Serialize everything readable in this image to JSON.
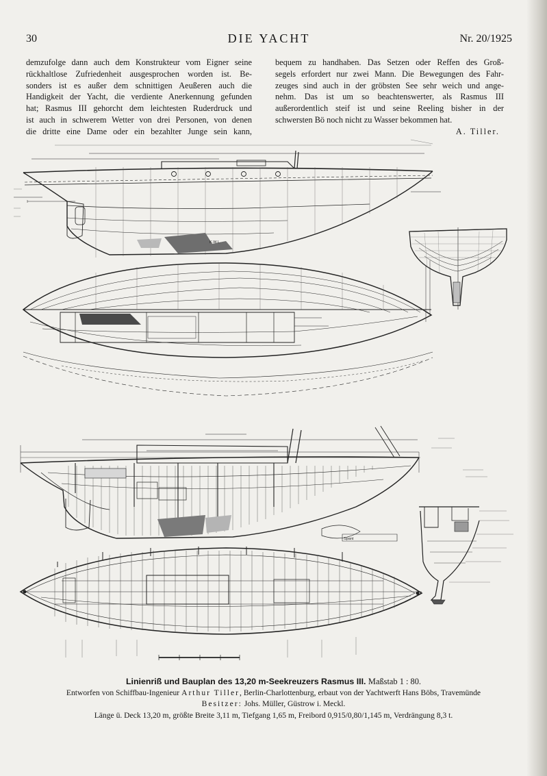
{
  "header": {
    "page_number": "30",
    "journal_title": "DIE YACHT",
    "issue": "Nr. 20/1925"
  },
  "body": {
    "left_column": [
      "demzufolge dann auch dem Konstrukteur vom Eigner seine",
      "rückhaltlose Zufriedenheit ausgesprochen worden ist. Be-",
      "sonders ist es außer dem schnittigen Aeußeren auch die",
      "Handigkeit der Yacht, die verdiente Anerkennung gefunden",
      "hat; Rasmus III gehorcht dem leichtesten Ruderdruck und",
      "ist auch in schwerem Wetter von drei Personen, von denen",
      "die dritte eine Dame oder ein bezahlter Junge sein kann,"
    ],
    "right_column": [
      "bequem zu handhaben. Das Setzen oder Reffen des Groß-",
      "segels erfordert nur zwei Mann. Die Bewegungen des Fahr-",
      "zeuges sind auch in der gröbsten See sehr weich und ange-",
      "nehm. Das ist um so beachtenswerter, als Rasmus III",
      "außerordentlich steif ist und seine Reeling bisher in der",
      "schwersten Bö noch nicht zu Wasser bekommen hat."
    ],
    "signature": "A. Tiller."
  },
  "drawing_labels": {
    "frame_label": "Spant",
    "waterline_label": "K.W.L."
  },
  "caption": {
    "title": "Linienriß und Bauplan des 13,20 m-Seekreuzers Rasmus III.",
    "scale": "Maßstab 1 : 80.",
    "designer_prefix": "Entworfen von Schiffbau-Ingenieur",
    "designer_name": "Arthur Tiller",
    "designer_suffix": ", Berlin-Charlottenburg, erbaut von der Yachtwerft Hans Böbs, Travemünde",
    "owner_prefix": "Besitzer:",
    "owner_name": "Johs. Müller, Güstrow i. Meckl.",
    "dimensions": "Länge ü. Deck 13,20 m, größte Breite 3,11 m, Tiefgang 1,65 m, Freibord 0,915/0,80/1,145 m, Verdrängung 8,3 t."
  }
}
